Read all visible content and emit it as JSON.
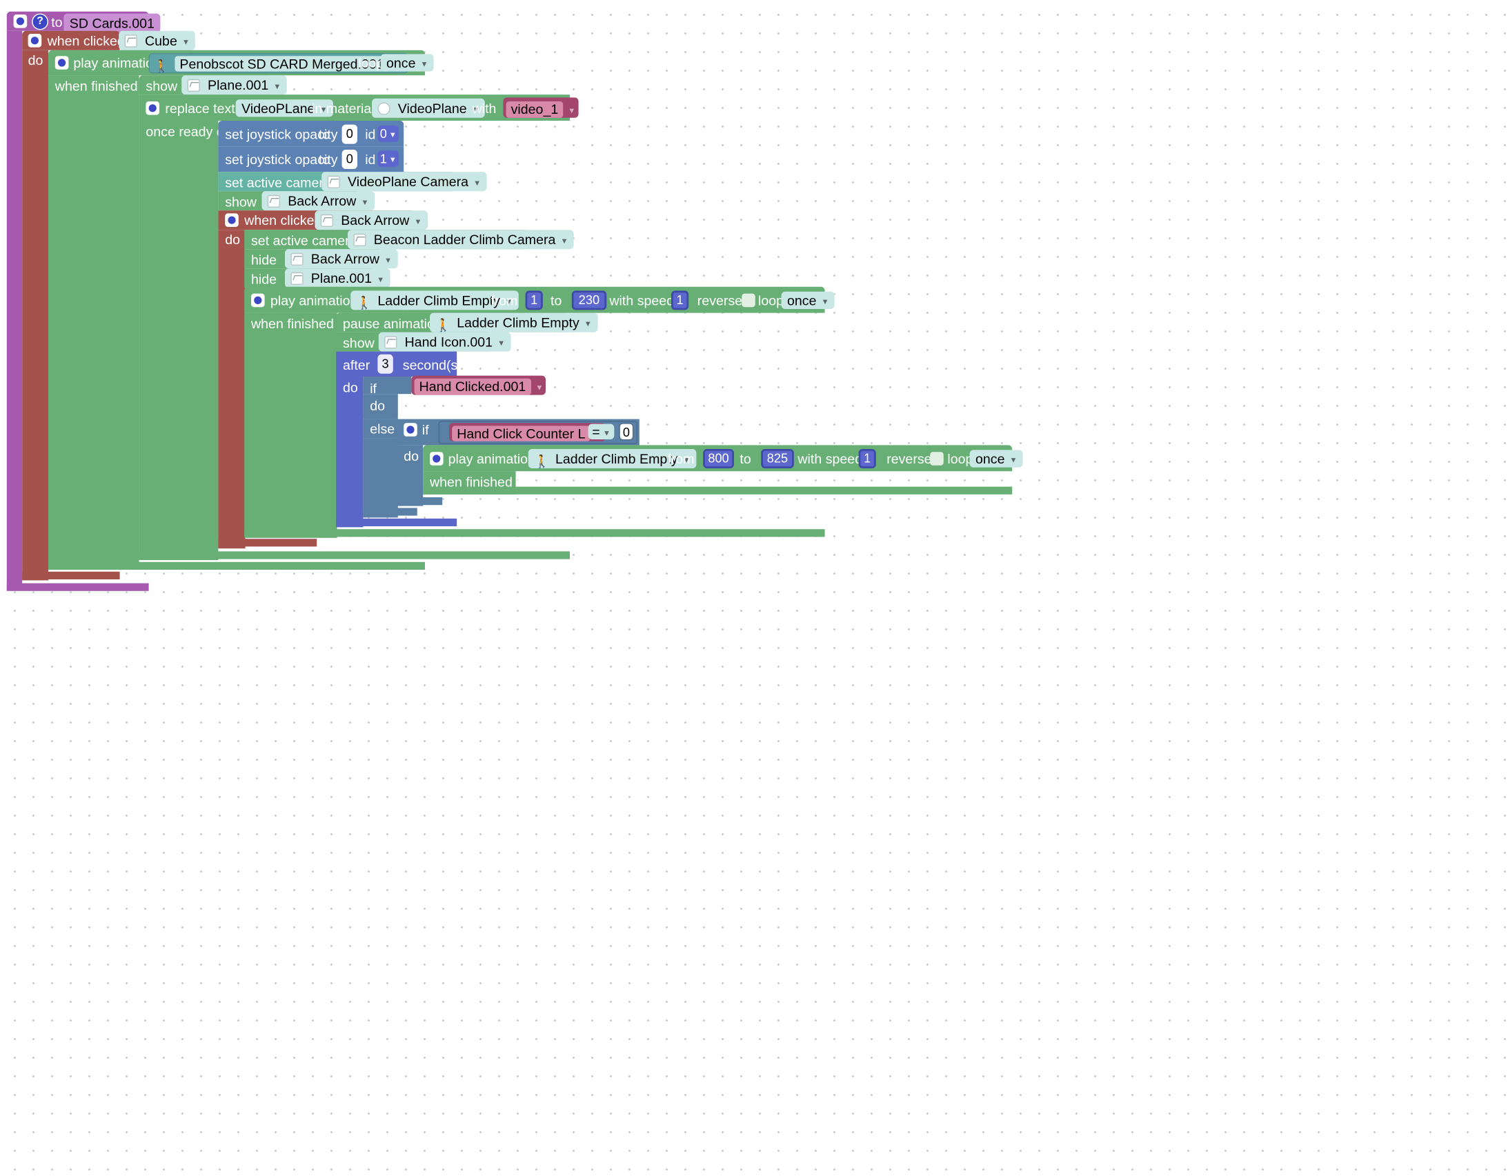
{
  "colors": {
    "procedure": "#a55ab0",
    "events": "#a5524d",
    "animation": "#67af74",
    "objects": "#67af74",
    "materials": "#67af74",
    "joystick": "#5c82b3",
    "camera": "#64b3a5",
    "timing": "#5b66c9",
    "logic": "#5b80a5",
    "variables": "#a2466c",
    "field_light": "#c9e7e4"
  },
  "icons": [
    "gear-icon",
    "help-icon",
    "cube-icon",
    "walking-figure-icon",
    "material-sphere-icon",
    "dropdown-arrow-icon"
  ],
  "procedure": {
    "to": "to",
    "name": "SD Cards.001"
  },
  "click_cube": {
    "when_clicked": "when clicked",
    "object": "Cube",
    "do": "do"
  },
  "play_penobscot": {
    "play_animation": "play animation",
    "animation": "Penobscot SD CARD Merged.001",
    "loop": "loop",
    "loop_value": "once",
    "when_finished_do": "when finished do"
  },
  "show_plane": {
    "show": "show",
    "object": "Plane.001"
  },
  "replace_texture": {
    "label": "replace texture",
    "texture": "VideoPLane",
    "in_material": "in material",
    "material": "VideoPlane",
    "with": "with",
    "video": "video_1",
    "once_ready_do": "once ready do"
  },
  "joystick_0": {
    "label": "set joystick opacity",
    "to": "to",
    "value": "0",
    "id": "id",
    "id_value": "0"
  },
  "joystick_1": {
    "label": "set joystick opacity",
    "to": "to",
    "value": "0",
    "id": "id",
    "id_value": "1"
  },
  "set_camera_videoplane": {
    "label": "set active camera",
    "camera": "VideoPlane Camera"
  },
  "show_back_arrow": {
    "show": "show",
    "object": "Back Arrow"
  },
  "click_back_arrow": {
    "when_clicked": "when clicked",
    "object": "Back Arrow",
    "do": "do"
  },
  "set_camera_beacon": {
    "label": "set active camera",
    "camera": "Beacon Ladder Climb Camera"
  },
  "hide_back_arrow": {
    "hide": "hide",
    "object": "Back Arrow"
  },
  "hide_plane": {
    "hide": "hide",
    "object": "Plane.001"
  },
  "play_ladder_1": {
    "play_animation": "play animation",
    "animation": "Ladder Climb Empty",
    "from": "from",
    "from_value": "1",
    "to": "to",
    "to_value": "230",
    "with_speed": "with speed",
    "speed": "1",
    "reversed": "reversed",
    "reversed_checked": false,
    "loop": "loop",
    "loop_value": "once",
    "when_finished_do": "when finished do"
  },
  "pause_ladder": {
    "label": "pause animation",
    "animation": "Ladder Climb Empty"
  },
  "show_hand": {
    "show": "show",
    "object": "Hand Icon.001"
  },
  "after": {
    "after": "after",
    "seconds": "3",
    "unit": "second(s)",
    "do": "do"
  },
  "if_hand": {
    "if": "if",
    "condition": "Hand Clicked.001",
    "do": "do",
    "else": "else"
  },
  "if_counter": {
    "if": "if",
    "variable": "Hand Click Counter L",
    "operator": "=",
    "value": "0",
    "do": "do"
  },
  "play_ladder_2": {
    "play_animation": "play animation",
    "animation": "Ladder Climb Empty",
    "from": "from",
    "from_value": "800",
    "to": "to",
    "to_value": "825",
    "with_speed": "with speed",
    "speed": "1",
    "reversed": "reversed",
    "reversed_checked": false,
    "loop": "loop",
    "loop_value": "once",
    "when_finished_do": "when finished do"
  }
}
